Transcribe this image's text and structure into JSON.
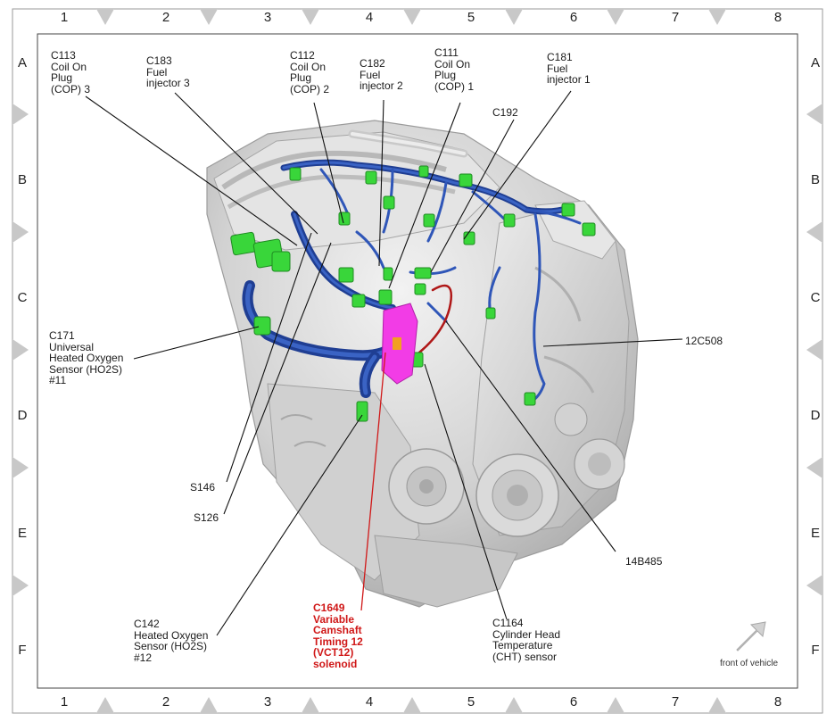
{
  "grid": {
    "columns": [
      "1",
      "2",
      "3",
      "4",
      "5",
      "6",
      "7",
      "8"
    ],
    "rows": [
      "A",
      "B",
      "C",
      "D",
      "E",
      "F"
    ]
  },
  "labels": {
    "c113": "C113\nCoil On\nPlug\n(COP) 3",
    "c183": "C183\nFuel\ninjector 3",
    "c112": "C112\nCoil On\nPlug\n(COP) 2",
    "c182": "C182\nFuel\ninjector 2",
    "c111": "C111\nCoil On\nPlug\n(COP) 1",
    "c181": "C181\nFuel\ninjector 1",
    "c192": "C192",
    "c171": "C171\nUniversal\nHeated Oxygen\nSensor (HO2S)\n#11",
    "c12c508": "12C508",
    "s146": "S146",
    "s126": "S126",
    "c14b485": "14B485",
    "c142": "C142\nHeated Oxygen\nSensor (HO2S)\n#12",
    "c1649": "C1649\nVariable\nCamshaft\nTiming 12\n(VCT12)\nsolenoid",
    "c1164": "C1164\nCylinder Head\nTemperature\n(CHT) sensor"
  },
  "front_of_vehicle": "front of vehicle",
  "colors": {
    "harness": "#2f56b8",
    "harness_dark": "#1f3e93",
    "connector": "#39d63a",
    "highlight": "#f23ce6",
    "leader_red": "#d01818",
    "engine": "#d6d6d6",
    "frame_border": "#9a9a9a",
    "triangle": "#c8c8c8"
  }
}
